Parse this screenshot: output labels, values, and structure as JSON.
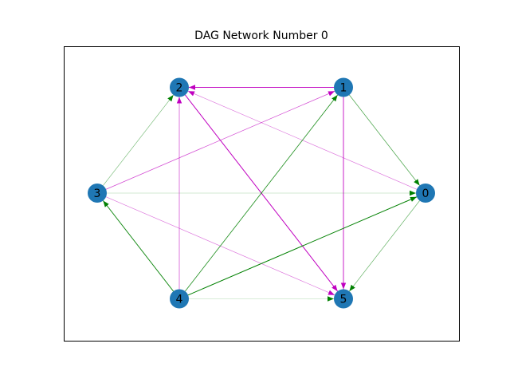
{
  "figure": {
    "title": "DAG Network Number 0",
    "node_color": "#1f77b4",
    "frame_color": "#000000"
  },
  "graph": {
    "layout": "circular",
    "nodes": [
      "0",
      "1",
      "2",
      "3",
      "4",
      "5"
    ],
    "edges": [
      {
        "from": "2",
        "to": "5",
        "color": "#c000c0",
        "weight": 1.0
      },
      {
        "from": "0",
        "to": "2",
        "color": "#c000c0",
        "weight": 0.4
      },
      {
        "from": "0",
        "to": "5",
        "color": "#008000",
        "weight": 0.5
      },
      {
        "from": "1",
        "to": "5",
        "color": "#c000c0",
        "weight": 0.9
      },
      {
        "from": "1",
        "to": "2",
        "color": "#c000c0",
        "weight": 0.9
      },
      {
        "from": "1",
        "to": "0",
        "color": "#008000",
        "weight": 0.6
      },
      {
        "from": "3",
        "to": "5",
        "color": "#c000c0",
        "weight": 0.4
      },
      {
        "from": "3",
        "to": "2",
        "color": "#008000",
        "weight": 0.4
      },
      {
        "from": "3",
        "to": "1",
        "color": "#c000c0",
        "weight": 0.6
      },
      {
        "from": "3",
        "to": "0",
        "color": "#008000",
        "weight": 0.15
      },
      {
        "from": "4",
        "to": "5",
        "color": "#008000",
        "weight": 0.1
      },
      {
        "from": "4",
        "to": "2",
        "color": "#c000c0",
        "weight": 0.6
      },
      {
        "from": "4",
        "to": "1",
        "color": "#008000",
        "weight": 0.8
      },
      {
        "from": "4",
        "to": "3",
        "color": "#008000",
        "weight": 0.9
      },
      {
        "from": "4",
        "to": "0",
        "color": "#008000",
        "weight": 1.0
      }
    ]
  }
}
